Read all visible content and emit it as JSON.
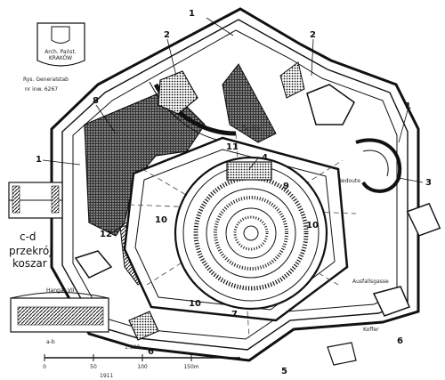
{
  "crest_text": [
    "Arch. Państ.",
    "KRAKÓW"
  ],
  "archive_note": [
    "Rys. Generalstab",
    "nr inw. 6267"
  ],
  "section_labels": {
    "cd": "c-d",
    "ab": "a-b"
  },
  "section_caption": {
    "line1": "przekrój",
    "line2": "koszar"
  },
  "hangar_label": "Hangar VII",
  "scale_label": "1:500",
  "year": "1911",
  "scale_ticks": [
    "0",
    "50",
    "100",
    "150m"
  ],
  "annotations": {
    "redoute": "Redoute",
    "koffer": "Koffer",
    "ausfall": "Ausfallsgasse",
    "bastion": "Bastion"
  },
  "numbers": {
    "n1_top": "1",
    "n1_right": "1",
    "n1_left": "1",
    "n2_left": "2",
    "n2_right": "2",
    "n3": "3",
    "n4": "4",
    "n5": "5",
    "n6_left": "6",
    "n6_right": "6",
    "n7": "7",
    "n8": "8",
    "n9": "9",
    "n10_left": "10",
    "n10_right": "10",
    "n10_bottom": "10",
    "n11": "11",
    "n12": "12"
  }
}
